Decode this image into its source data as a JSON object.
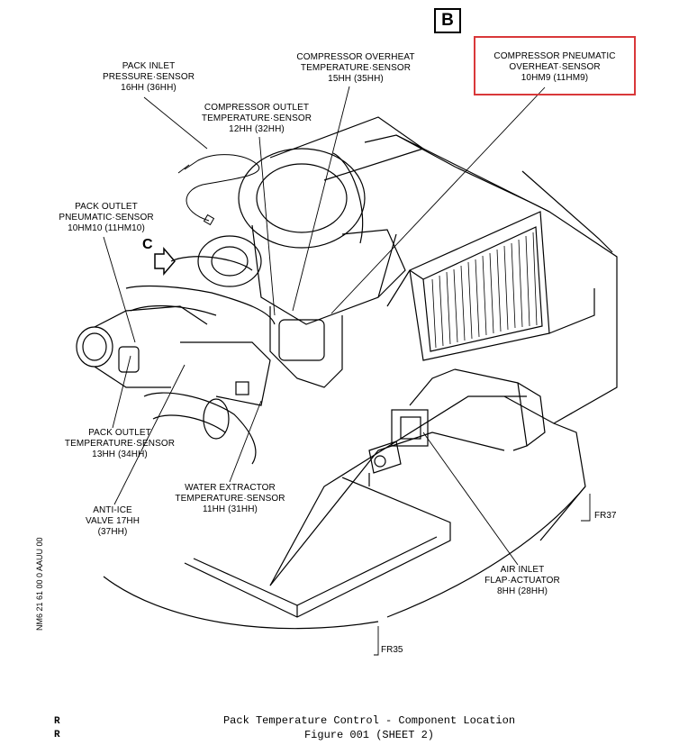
{
  "sheet_letter": "B",
  "view_marker": "C",
  "highlight_color": "#d9383a",
  "labels": {
    "pack_inlet_pressure": [
      "PACK INLET",
      "PRESSURE·SENSOR",
      "16HH (36HH)"
    ],
    "compressor_outlet": [
      "COMPRESSOR OUTLET",
      "TEMPERATURE·SENSOR",
      "12HH (32HH)"
    ],
    "compressor_overheat": [
      "COMPRESSOR OVERHEAT",
      "TEMPERATURE·SENSOR",
      "15HH (35HH)"
    ],
    "compressor_pneumatic": [
      "COMPRESSOR PNEUMATIC",
      "OVERHEAT·SENSOR",
      "10HM9 (11HM9)"
    ],
    "pack_outlet_pneumatic": [
      "PACK OUTLET",
      "PNEUMATIC·SENSOR",
      "10HM10 (11HM10)"
    ],
    "pack_outlet_temperature": [
      "PACK OUTLET",
      "TEMPERATURE·SENSOR",
      "13HH (34HH)"
    ],
    "water_extractor": [
      "WATER EXTRACTOR",
      "TEMPERATURE·SENSOR",
      "11HH (31HH)"
    ],
    "anti_ice": [
      "ANTI-ICE",
      "VALVE 17HH",
      "(37HH)"
    ],
    "air_inlet_flap": [
      "AIR INLET",
      "FLAP·ACTUATOR",
      "8HH (28HH)"
    ]
  },
  "frames": {
    "fr37": "FR37",
    "fr35": "FR35"
  },
  "side_code": "NM6 21 61 00 0 AAUU 00",
  "revision_marks": [
    "R",
    "R"
  ],
  "caption": {
    "title": "Pack Temperature Control - Component Location",
    "figure": "Figure 001 (SHEET 2)"
  }
}
